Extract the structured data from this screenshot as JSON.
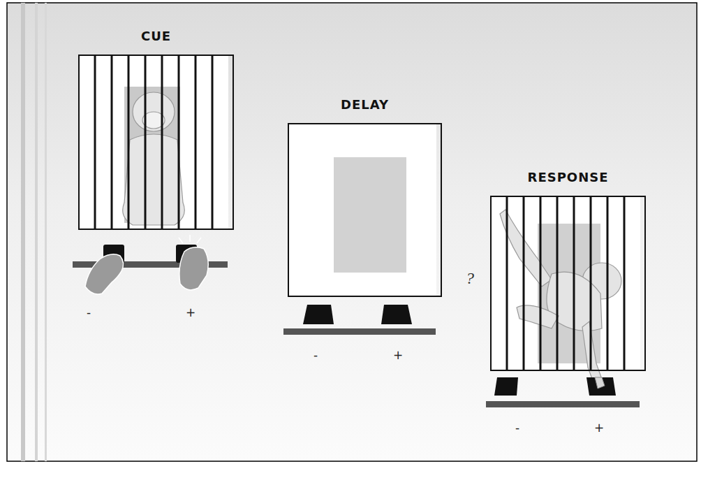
{
  "diagram": {
    "nodes": [
      {
        "text": [
          "CUE"
        ]
      },
      {
        "text": [
          "DELAY"
        ]
      },
      {
        "text": [
          "RESPONSE"
        ]
      }
    ],
    "labels": [
      "-",
      "+",
      "-",
      "+",
      "-",
      "+",
      "?"
    ]
  }
}
